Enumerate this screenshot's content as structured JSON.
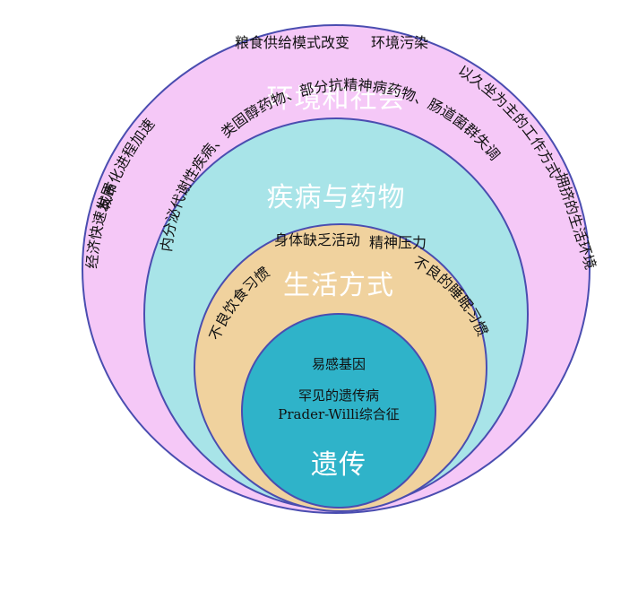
{
  "colors": {
    "environment": "#F5C8F7",
    "disease_drugs": "#A8E4E8",
    "lifestyle": "#F0D29E",
    "genetic": "#2FB3C9",
    "stroke": "#4A4DB0",
    "title_text": "#FFFFFF"
  },
  "layers": {
    "environment": {
      "title": "环境和社会",
      "items": [
        "经济快速发展",
        "城市化进程加速",
        "粮食供给模式改变",
        "环境污染",
        "以久坐为主的工作方式",
        "拥挤的生活环境"
      ]
    },
    "disease_drugs": {
      "title": "疾病与药物",
      "items": [
        "内分泌代谢性疾病、类固醇药物、部分抗精神病药物、肠道菌群失调"
      ]
    },
    "lifestyle": {
      "title": "生活方式",
      "items": [
        "不良饮食习惯",
        "身体缺乏活动",
        "精神压力",
        "不良的睡眠习惯"
      ]
    },
    "genetic": {
      "title": "遗传",
      "items": [
        "易感基因",
        "罕见的遗传病",
        "Prader-Willi综合征"
      ]
    }
  }
}
